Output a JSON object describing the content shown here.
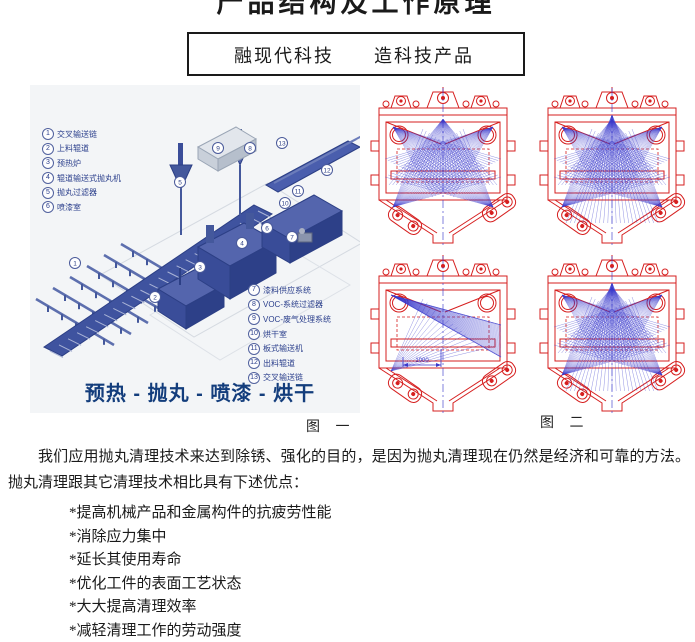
{
  "header": {
    "title": "产品结构及工作原理",
    "subtitle": "融现代科技　　造科技产品"
  },
  "figure1": {
    "labels_left": [
      {
        "num": "1",
        "text": "交叉输送链"
      },
      {
        "num": "2",
        "text": "上料辊道"
      },
      {
        "num": "3",
        "text": "预热炉"
      },
      {
        "num": "4",
        "text": "辊道输送式抛丸机"
      },
      {
        "num": "5",
        "text": "抛丸过滤器"
      },
      {
        "num": "6",
        "text": "喷漆室"
      }
    ],
    "labels_right": [
      {
        "num": "7",
        "text": "漆料供应系统"
      },
      {
        "num": "8",
        "text": "VOC-系统过滤器"
      },
      {
        "num": "9",
        "text": "VOC-废气处理系统"
      },
      {
        "num": "10",
        "text": "烘干室"
      },
      {
        "num": "11",
        "text": "板式输送机"
      },
      {
        "num": "12",
        "text": "出料辊道"
      },
      {
        "num": "13",
        "text": "交叉输送链"
      }
    ],
    "caption": "预热 - 抛丸 - 喷漆 - 烘干",
    "figure_label": "图 一"
  },
  "figure2": {
    "figure_label": "图 二",
    "dimension_label": "1000"
  },
  "body_text": {
    "paragraph": "我们应用抛丸清理技术来达到除锈、强化的目的，是因为抛丸清理现在仍然是经济和可靠的方法。抛丸清理跟其它清理技术相比具有下述优点：",
    "bullets": [
      "*提高机械产品和金属构件的抗疲劳性能",
      "*消除应力集中",
      "*延长其使用寿命",
      "*优化工件的表面工艺状态",
      "*大大提高清理效率",
      "*减轻清理工作的劳动强度"
    ]
  },
  "colors": {
    "machine_blue": "#3f539f",
    "machine_blue_dark": "#2c3f85",
    "machine_blue_light": "#6b7cba",
    "diagram_red": "#d61f1f",
    "stream_blue": "#3a3acc",
    "caption_navy": "#133d7c"
  }
}
